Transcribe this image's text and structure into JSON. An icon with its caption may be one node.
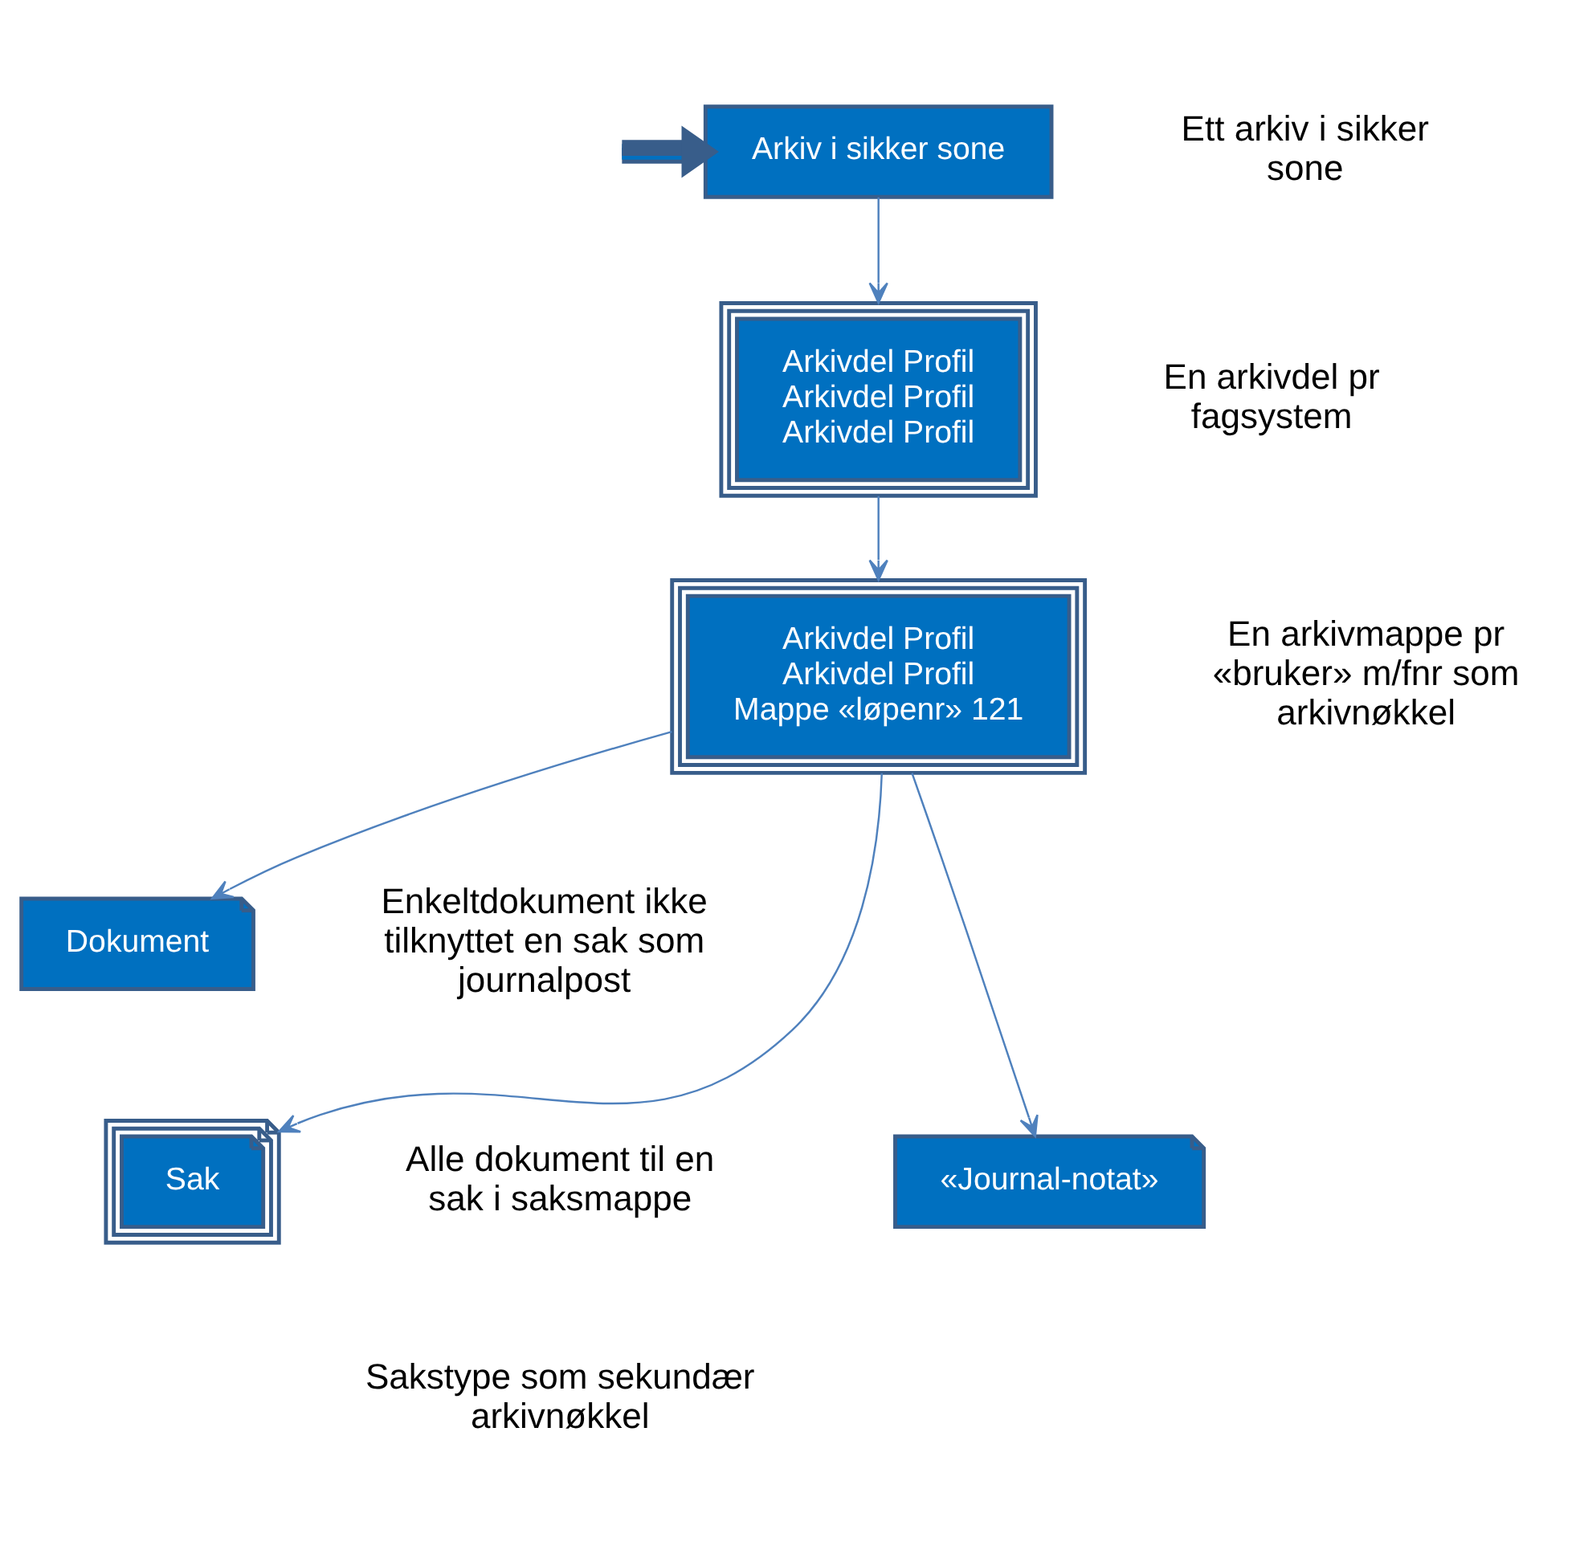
{
  "diagram": {
    "nodes": [
      {
        "text": [
          "Arkiv i sikker sone"
        ],
        "beside": [
          "Ett arkiv i sikker sone"
        ]
      },
      {
        "text": [
          "Arkivdel Profil",
          "Arkivdel Profil",
          "Arkivdel Profil"
        ],
        "beside": [
          "En arkivdel pr fagsystem"
        ]
      },
      {
        "text": [
          "Arkivdel Profil",
          "Arkivdel Profil",
          "Mappe «løpenr» 121"
        ],
        "beside": [
          "En arkivmappe pr «bruker» m/fnr som arkivnøkkel"
        ]
      },
      {
        "text": [
          "Dokument"
        ],
        "beside": [
          "Enkeltdokument ikke tilknyttet en sak som journalpost"
        ]
      },
      {
        "text": [
          "«Journal-notat»"
        ]
      },
      {
        "text": [
          "Sak"
        ],
        "beside": [
          "Alle dokument til en sak i saksmappe",
          "Sakstype som sekundær arkivnøkkel"
        ]
      }
    ],
    "edges": [
      {
        "from": null,
        "to": 0,
        "arrow": "to",
        "style": "thick"
      },
      {
        "from": 0,
        "to": 1,
        "arrow": "to"
      },
      {
        "from": 1,
        "to": 2,
        "arrow": "to"
      },
      {
        "from": 2,
        "to": 3,
        "arrow": "to"
      },
      {
        "from": 2,
        "to": 4,
        "arrow": "to"
      },
      {
        "from": 2,
        "to": 5,
        "arrow": "to"
      }
    ]
  }
}
